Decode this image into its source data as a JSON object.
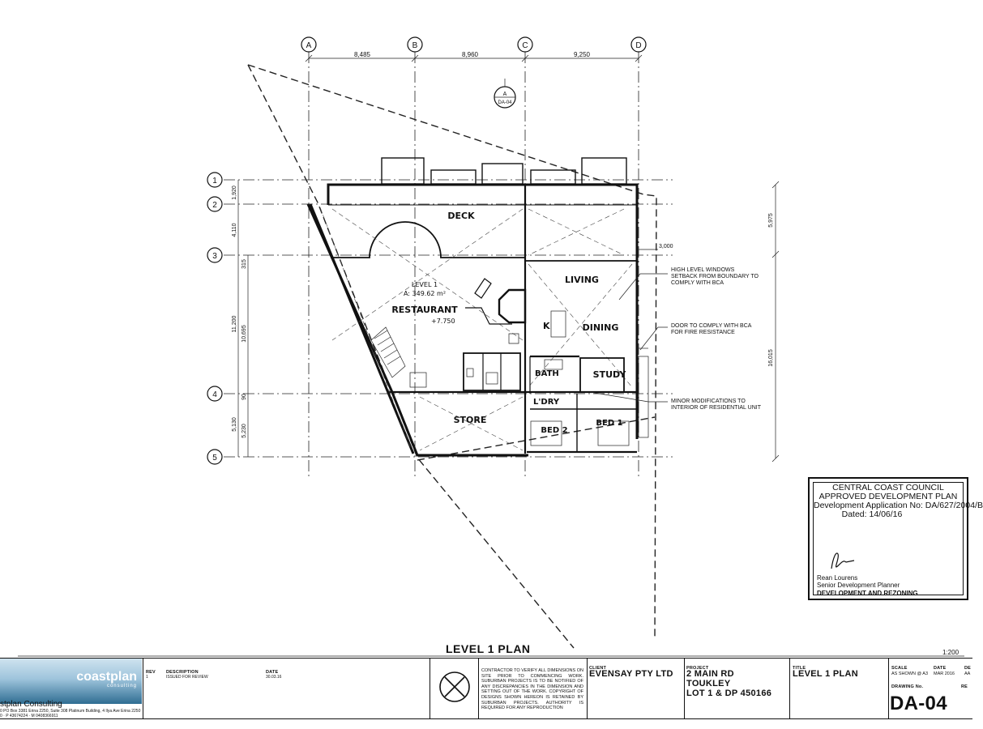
{
  "grid": {
    "columns": [
      "A",
      "B",
      "C",
      "D"
    ],
    "rows": [
      "1",
      "2",
      "3",
      "4",
      "5"
    ],
    "top_dims": [
      "8,485",
      "8,960",
      "9,250"
    ],
    "left_dims_outer": [
      "1,920",
      "4,110",
      "315",
      "11,200",
      "90",
      "5,130"
    ],
    "left_dims_inner": [
      "10,695",
      "5,230"
    ],
    "right_dims": [
      "5,975",
      "16,015"
    ],
    "offset_dim": "3,000"
  },
  "section_marker": {
    "letter": "A",
    "sheet": "DA-04"
  },
  "rooms": {
    "deck": "DECK",
    "level": "LEVEL 1",
    "area": "A: 349.62 m²",
    "restaurant": "RESTAURANT",
    "level_mark": "+7.750",
    "living": "LIVING",
    "kitchen": "K",
    "dining": "DINING",
    "bath": "BATH",
    "study": "STUDY",
    "laundry": "L'DRY",
    "store": "STORE",
    "bed2": "BED 2",
    "bed1": "BED 1"
  },
  "notes": {
    "n1a": "HIGH LEVEL WINDOWS",
    "n1b": "SETBACK FROM BOUNDARY TO",
    "n1c": "COMPLY WITH BCA",
    "n2a": "DOOR TO COMPLY WITH BCA",
    "n2b": "FOR FIRE RESISTANCE",
    "n3a": "MINOR MODIFICATIONS TO",
    "n3b": "INTERIOR OF RESIDENTIAL UNIT"
  },
  "stamp": {
    "l1": "CENTRAL COAST COUNCIL",
    "l2": "APPROVED DEVELOPMENT PLAN",
    "l3": "Development Application No:  DA/627/2004/B",
    "l4": "Dated:  14/06/16",
    "name": "Rean Lourens",
    "role": "Senior Development Planner",
    "dept": "DEVELOPMENT AND REZONING"
  },
  "drawing_title": "LEVEL 1 PLAN",
  "drawing_scale": "1:200",
  "title_block": {
    "logo_word": "coastplan",
    "logo_sub": "consulting",
    "company": "stplan Consulting",
    "address": "0 PO Box 3381 Erina 2250, Suite 308 Platinum Building, 4 Ilya Ave Erina 2250",
    "phone": "0 · P 43674224 · M 0408366911",
    "rev_label": "REV",
    "rev": "1",
    "desc_label": "DESCRIPTION",
    "desc": "ISSUED FOR REVIEW",
    "date_label": "DATE",
    "date": "30.03.16",
    "contractor_note": "CONTRACTOR TO VERIFY ALL DIMENSIONS ON SITE PRIOR TO COMMENCING WORK. SUBURBAN PROJECTS IS TO BE NOTIFIED OF ANY DISCREPANCIES IN THE DIMENSION AND SETTING OUT OF THE WORK. COPYRIGHT OF DESIGNS SHOWN HEREON IS RETAINED BY SUBURBAN PROJECTS. AUTHORITY IS REQUIRED FOR ANY REPRODUCTION",
    "client_label": "CLIENT",
    "client": "EVENSAY PTY LTD",
    "project_label": "PROJECT",
    "project1": "2 MAIN RD",
    "project2": "TOUKLEY",
    "project3": "LOT 1 & DP 450166",
    "title_label": "TITLE",
    "title": "LEVEL 1 PLAN",
    "scale_label": "SCALE",
    "scale": "AS SHOWN @ A3",
    "tb_date_label": "DATE",
    "tb_date": "MAR 2016",
    "de_label": "DE",
    "de": "AA",
    "dwg_label": "DRAWING No.",
    "rev2_label": "RE",
    "dwg": "DA-04"
  }
}
